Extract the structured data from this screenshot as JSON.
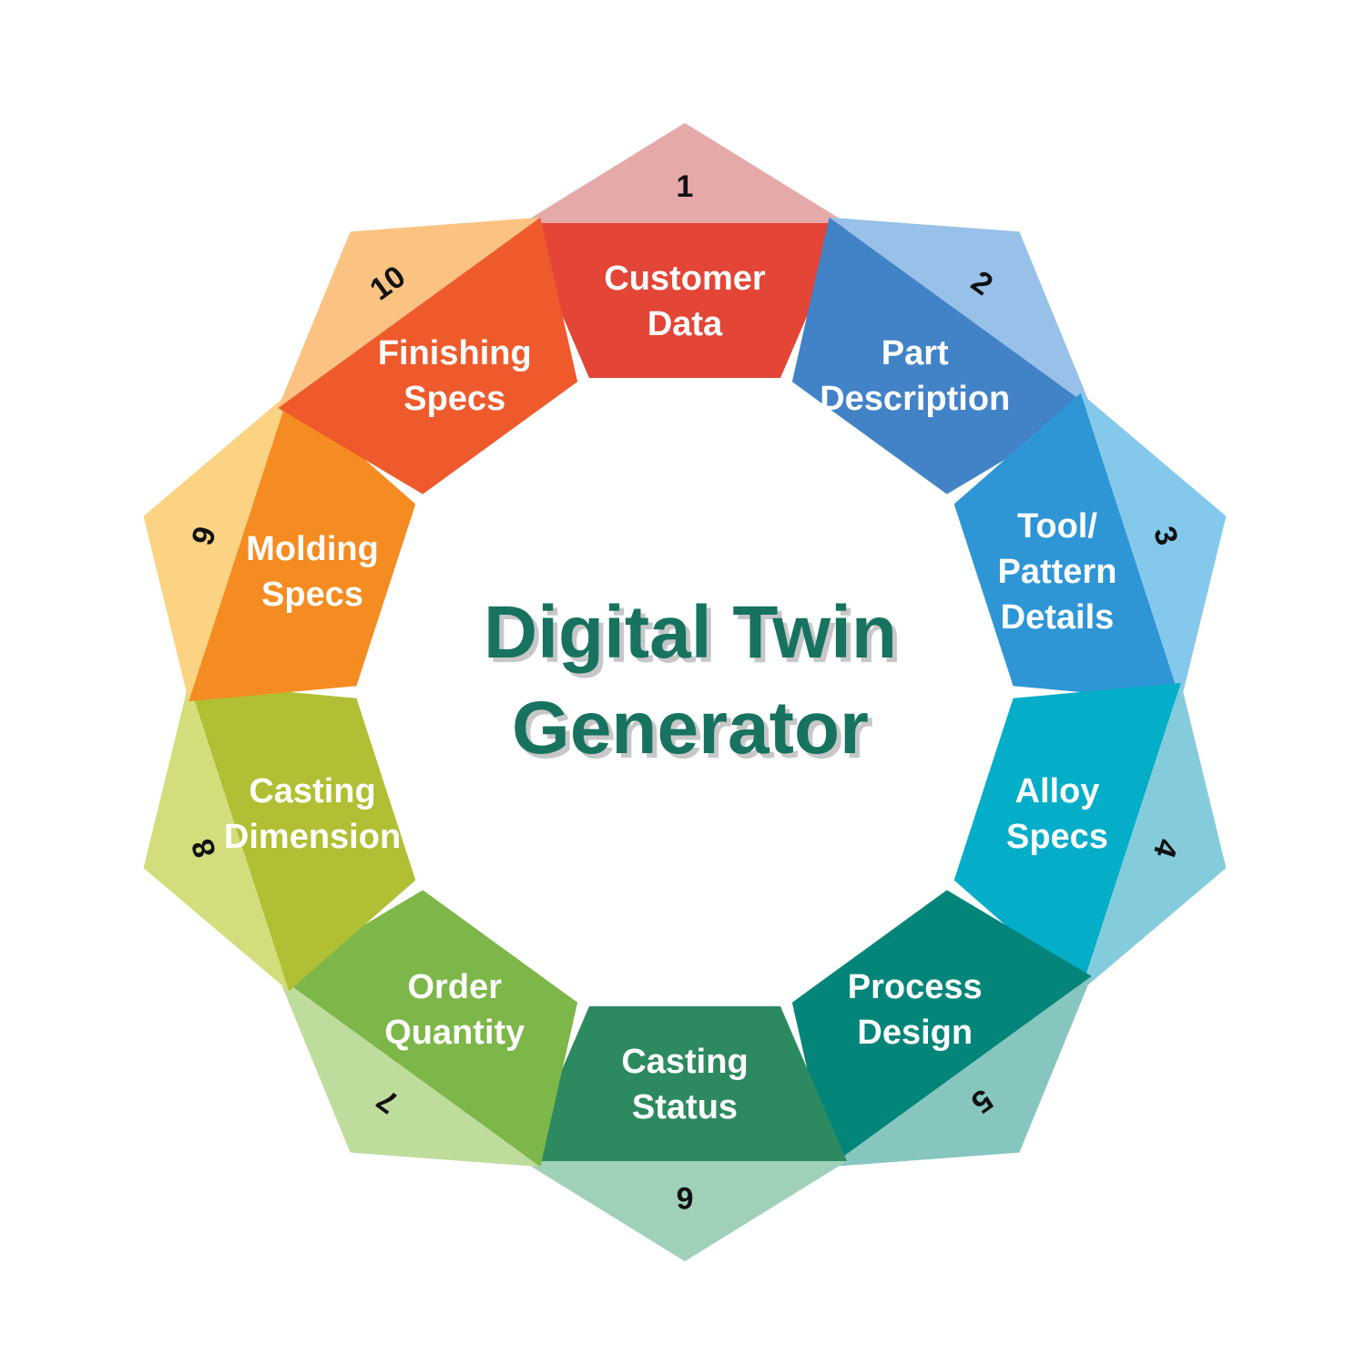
{
  "title": {
    "line1": "Digital Twin",
    "line2": "Generator",
    "color": "#17735f"
  },
  "segments": [
    {
      "number": "1",
      "label_lines": [
        "Customer",
        "Data"
      ],
      "main_color": "#e34536",
      "tab_color": "#e6a9a9"
    },
    {
      "number": "2",
      "label_lines": [
        "Part",
        "Description"
      ],
      "main_color": "#4283c7",
      "tab_color": "#97c1e8"
    },
    {
      "number": "3",
      "label_lines": [
        "Tool/",
        "Pattern",
        "Details"
      ],
      "main_color": "#2f96d6",
      "tab_color": "#84c9ec"
    },
    {
      "number": "4",
      "label_lines": [
        "Alloy",
        "Specs"
      ],
      "main_color": "#04aec9",
      "tab_color": "#84ccdc"
    },
    {
      "number": "5",
      "label_lines": [
        "Process",
        "Design"
      ],
      "main_color": "#04857a",
      "tab_color": "#86c6bf"
    },
    {
      "number": "6",
      "label_lines": [
        "Casting",
        "Status"
      ],
      "main_color": "#2d8a60",
      "tab_color": "#9fd0b8"
    },
    {
      "number": "7",
      "label_lines": [
        "Order",
        "Quantity"
      ],
      "main_color": "#7db649",
      "tab_color": "#bedc9b"
    },
    {
      "number": "8",
      "label_lines": [
        "Casting",
        "Dimension"
      ],
      "main_color": "#b0bf33",
      "tab_color": "#d3dd7c"
    },
    {
      "number": "9",
      "label_lines": [
        "Molding",
        "Specs"
      ],
      "main_color": "#f58c21",
      "tab_color": "#fcd382"
    },
    {
      "number": "10",
      "label_lines": [
        "Finishing",
        "Specs"
      ],
      "main_color": "#ef5a2c",
      "tab_color": "#fcc282"
    }
  ]
}
